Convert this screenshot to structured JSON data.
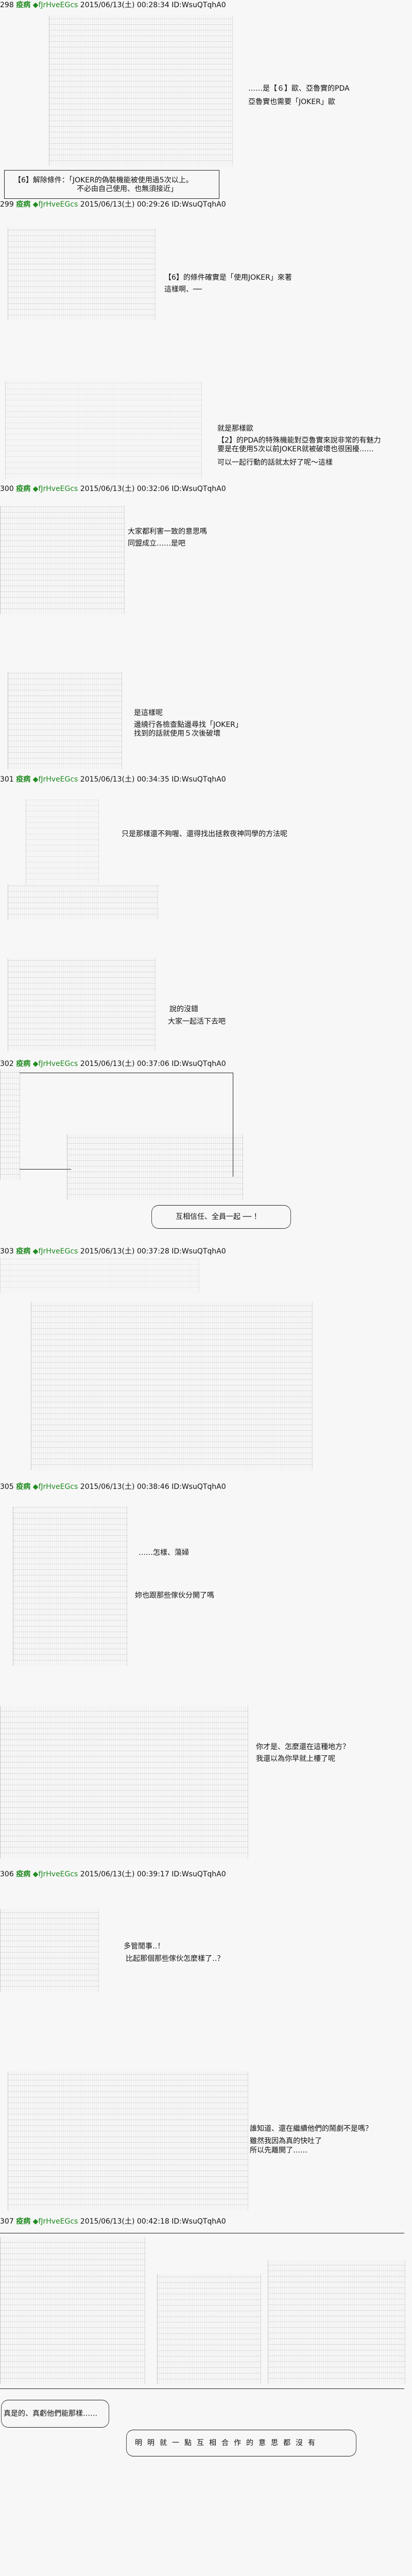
{
  "posts": [
    {
      "num": "298",
      "name": "疫病",
      "trip": "◆fJrHveEGcs",
      "date": "2015/06/13(土) 00:28:34 ID:WsuQTqhA0",
      "lines": [
        "……是【６】歐、亞魯實的PDA",
        "亞魯實也需要「JOKER」歐"
      ],
      "box_lines": [
        "【6】解除條件：「JOKER的偽裝機能被使用過5次以上。",
        "不必由自己使用、也無須接近」"
      ]
    },
    {
      "num": "299",
      "name": "疫病",
      "trip": "◆fJrHveEGcs",
      "date": "2015/06/13(土) 00:29:26 ID:WsuQTqhA0",
      "lines": [
        "【6】的條件確實是「使用JOKER」來著",
        "這樣啊、──",
        "就是那樣歐",
        "【2】的PDA的特殊機能對亞魯實來說非常的有魅力",
        "要是在使用5次以前JOKER就被破壞也很困擾……",
        "可以一起行動的話就太好了呢～這樣"
      ]
    },
    {
      "num": "300",
      "name": "疫病",
      "trip": "◆fJrHveEGcs",
      "date": "2015/06/13(土) 00:32:06 ID:WsuQTqhA0",
      "lines": [
        "大家都利害一致的意思嗎",
        "同盟成立……是吧",
        "是這樣呢",
        "邊繞行各檢查點邊尋找「JOKER」",
        "找到的話就使用５次後破壞"
      ]
    },
    {
      "num": "301",
      "name": "疫病",
      "trip": "◆fJrHveEGcs",
      "date": "2015/06/13(土) 00:34:35 ID:WsuQTqhA0",
      "lines": [
        "只是那樣還不夠喔、還得找出拯救夜神同學的方法呢",
        "說的沒錯",
        "大家一起活下去吧"
      ]
    },
    {
      "num": "302",
      "name": "疫病",
      "trip": "◆fJrHveEGcs",
      "date": "2015/06/13(土) 00:37:06 ID:WsuQTqhA0",
      "bubble": "互相信任、全員一起 ── ！"
    },
    {
      "num": "303",
      "name": "疫病",
      "trip": "◆fJrHveEGcs",
      "date": "2015/06/13(土) 00:37:28 ID:WsuQTqhA0"
    },
    {
      "num": "305",
      "name": "疫病",
      "trip": "◆fJrHveEGcs",
      "date": "2015/06/13(土) 00:38:46 ID:WsuQTqhA0",
      "lines": [
        "……怎樣、蕩婦",
        "妳也跟那些傢伙分開了嗎",
        "你才是、怎麼還在這種地方？",
        "我還以為你早就上樓了呢"
      ]
    },
    {
      "num": "306",
      "name": "疫病",
      "trip": "◆fJrHveEGcs",
      "date": "2015/06/13(土) 00:39:17 ID:WsuQTqhA0",
      "lines": [
        "多管閒事‥！",
        "比起那個那些傢伙怎麼樣了‥？",
        "誰知道、還在繼續他們的鬧劇不是嗎？",
        "雖然我因為真的快吐了",
        "所以先離開了……"
      ]
    },
    {
      "num": "307",
      "name": "疫病",
      "trip": "◆fJrHveEGcs",
      "date": "2015/06/13(土) 00:42:18 ID:WsuQTqhA0",
      "bubbles": [
        "真是的、真虧他們能那樣……",
        "明明就一點互相合作的意思都沒有"
      ]
    }
  ],
  "colors": {
    "name": "#1f8a1f",
    "background": "#f7f7f7"
  }
}
